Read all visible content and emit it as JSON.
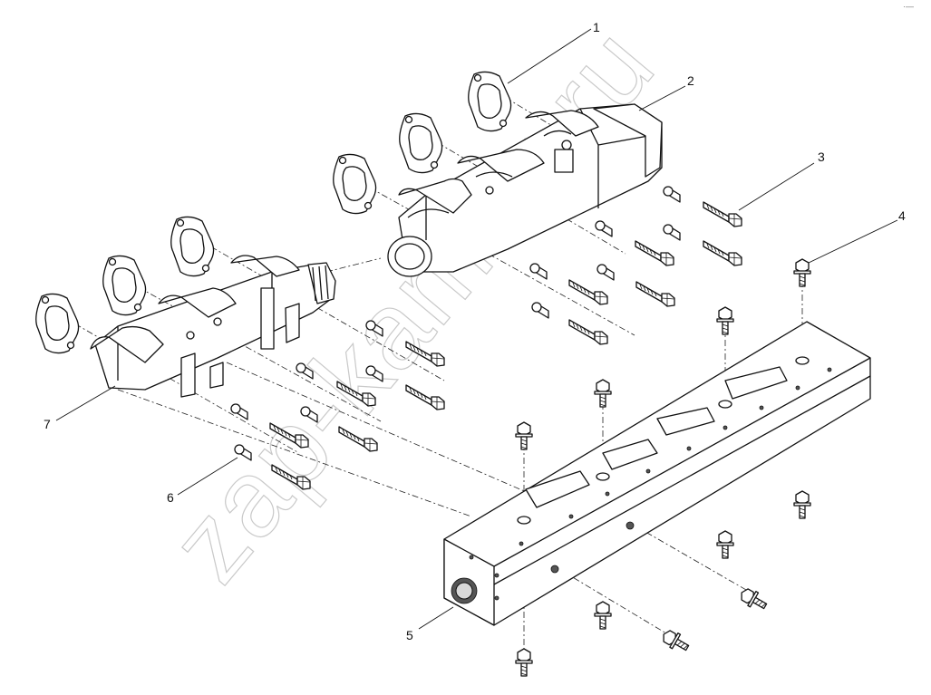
{
  "diagram": {
    "callouts": [
      {
        "id": "c1",
        "label": "1"
      },
      {
        "id": "c2",
        "label": "2"
      },
      {
        "id": "c3",
        "label": "3"
      },
      {
        "id": "c4",
        "label": "4"
      },
      {
        "id": "c5",
        "label": "5"
      },
      {
        "id": "c6",
        "label": "6"
      },
      {
        "id": "c7",
        "label": "7"
      }
    ],
    "watermark": "zap-kamaz.ru",
    "corner_mark": "·—"
  }
}
